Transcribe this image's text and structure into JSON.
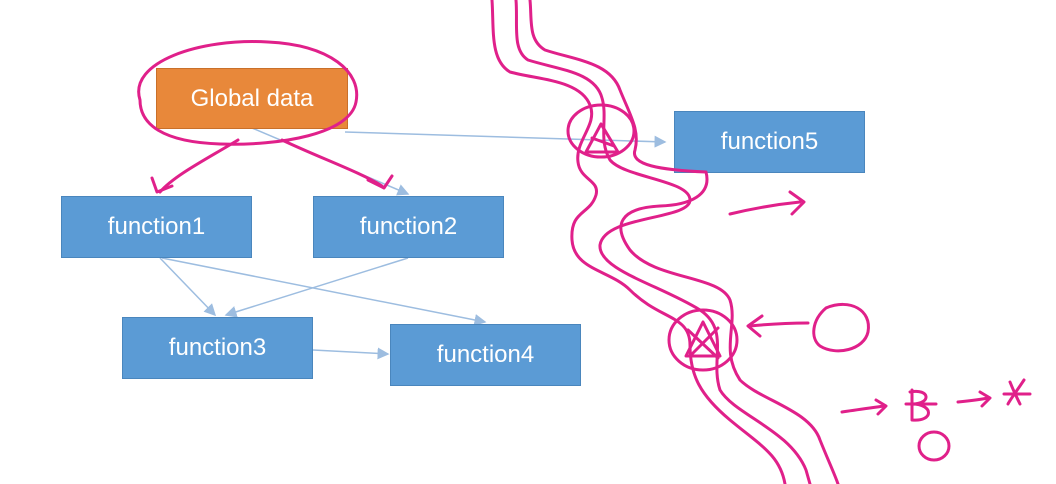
{
  "diagram": {
    "nodes": {
      "global_data": "Global data",
      "function1": "function1",
      "function2": "function2",
      "function3": "function3",
      "function4": "function4",
      "function5": "function5"
    },
    "edges": [
      {
        "from": "global_data",
        "to": "function2"
      },
      {
        "from": "global_data",
        "to": "function5"
      },
      {
        "from": "function1",
        "to": "function3"
      },
      {
        "from": "function1",
        "to": "function4"
      },
      {
        "from": "function2",
        "to": "function3"
      },
      {
        "from": "function3",
        "to": "function4"
      }
    ],
    "colors": {
      "box_fill": "#5b9bd5",
      "global_fill": "#e8883a",
      "connector": "#9dbde0",
      "annotation_ink": "#e0208a"
    }
  }
}
